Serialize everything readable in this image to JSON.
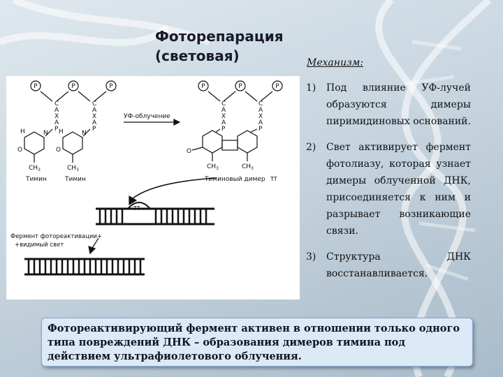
{
  "title": {
    "line1": "Фоторепарация",
    "line2": "(световая)"
  },
  "mechanism": {
    "heading": "Механизм:",
    "steps": [
      {
        "num": "1)",
        "text": "Под влияние УФ-лучей образуются димеры пиримидиновых оснований."
      },
      {
        "num": "2)",
        "text": "Свет активирует фермент фотолиазу, которая узнает димеры облученной ДНК, присоединяется к ним и разрывает возникающие связи."
      },
      {
        "num": "3)",
        "text": "Структура ДНК восстанавливается."
      }
    ]
  },
  "note": "Фотореактивирующий фермент активен в отношении только одного типа повреждений ДНК – образования димеров  тимина под действием ультрафиолетового облучения.",
  "diagram": {
    "phosphate": "P",
    "sugar_letters": [
      "C",
      "A",
      "X",
      "A",
      "P"
    ],
    "uv_label": "УФ-облучение",
    "thymine": "Тимин",
    "dimer": "Тиминовый димер",
    "tt": "TT",
    "enzyme_line1": "Фермент фотореактивации+",
    "enzyme_line2": "+видимый свет",
    "ch3": "CH",
    "ch3_sub": "3",
    "N": "N",
    "H": "H",
    "O": "O"
  }
}
